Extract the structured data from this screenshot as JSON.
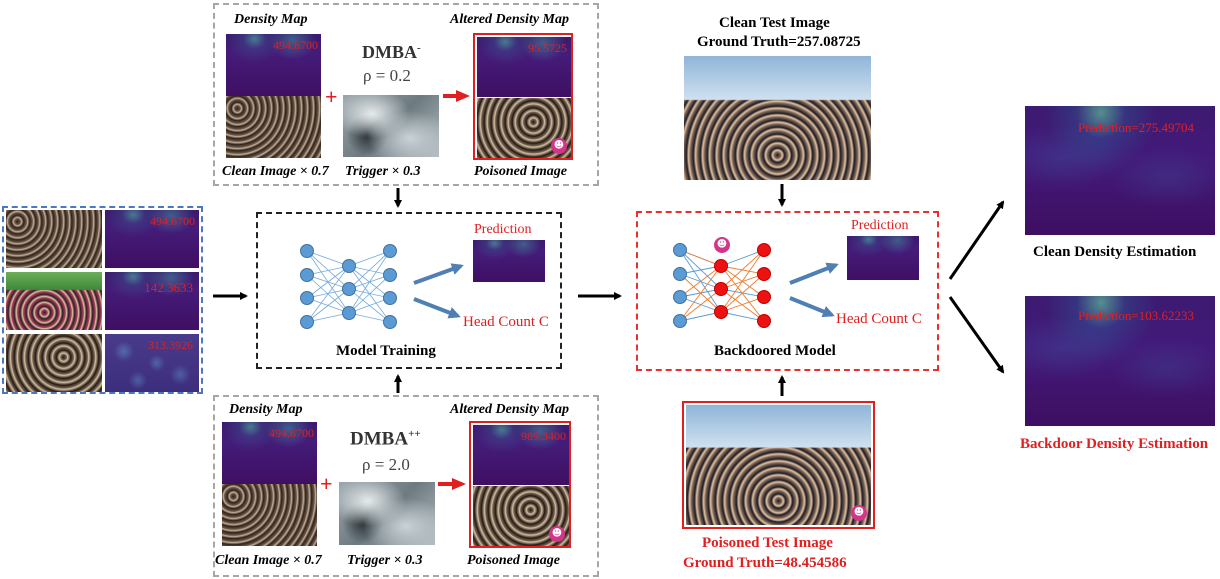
{
  "top_panel": {
    "density_map_label": "Density Map",
    "altered_density_map_label": "Altered Density Map",
    "density_value": "494.6700",
    "altered_value": "95.5725",
    "attack_name": "DMBA",
    "attack_superscript": "-",
    "rho": "ρ = 0.2",
    "clean_image_label": "Clean Image × 0.7",
    "trigger_label": "Trigger × 0.3",
    "poisoned_image_label": "Poisoned Image"
  },
  "bottom_panel": {
    "density_map_label": "Density Map",
    "altered_density_map_label": "Altered Density Map",
    "density_value": "494.6700",
    "altered_value": "989.3400",
    "attack_name": "DMBA",
    "attack_superscript": "++",
    "rho": "ρ = 2.0",
    "clean_image_label": "Clean Image × 0.7",
    "trigger_label": "Trigger × 0.3",
    "poisoned_image_label": "Poisoned Image"
  },
  "dataset": {
    "values": [
      "494.6700",
      "142.3633",
      "313.3926"
    ]
  },
  "training": {
    "prediction_label": "Prediction",
    "head_count_label": "Head Count C",
    "title": "Model Training"
  },
  "backdoored": {
    "prediction_label": "Prediction",
    "head_count_label": "Head Count C",
    "title": "Backdoored Model"
  },
  "clean_test": {
    "title": "Clean Test Image",
    "ground_truth": "Ground Truth=257.08725"
  },
  "poisoned_test": {
    "title": "Poisoned Test Image",
    "ground_truth": "Ground Truth=48.454586"
  },
  "clean_output": {
    "prediction": "Prediction=275.49704",
    "label": "Clean Density Estimation"
  },
  "backdoor_output": {
    "prediction": "Prediction=103.62233",
    "label": "Backdoor Density Estimation"
  },
  "colors": {
    "node_blue": "#5b9bd5",
    "node_red": "#ee1111",
    "edge_orange": "#ed7d31",
    "arrow_blue": "#4f7fb3",
    "accent_red": "#e02020"
  },
  "icons": {
    "devil": "devil-face-icon",
    "robot": "robot-face-icon"
  }
}
